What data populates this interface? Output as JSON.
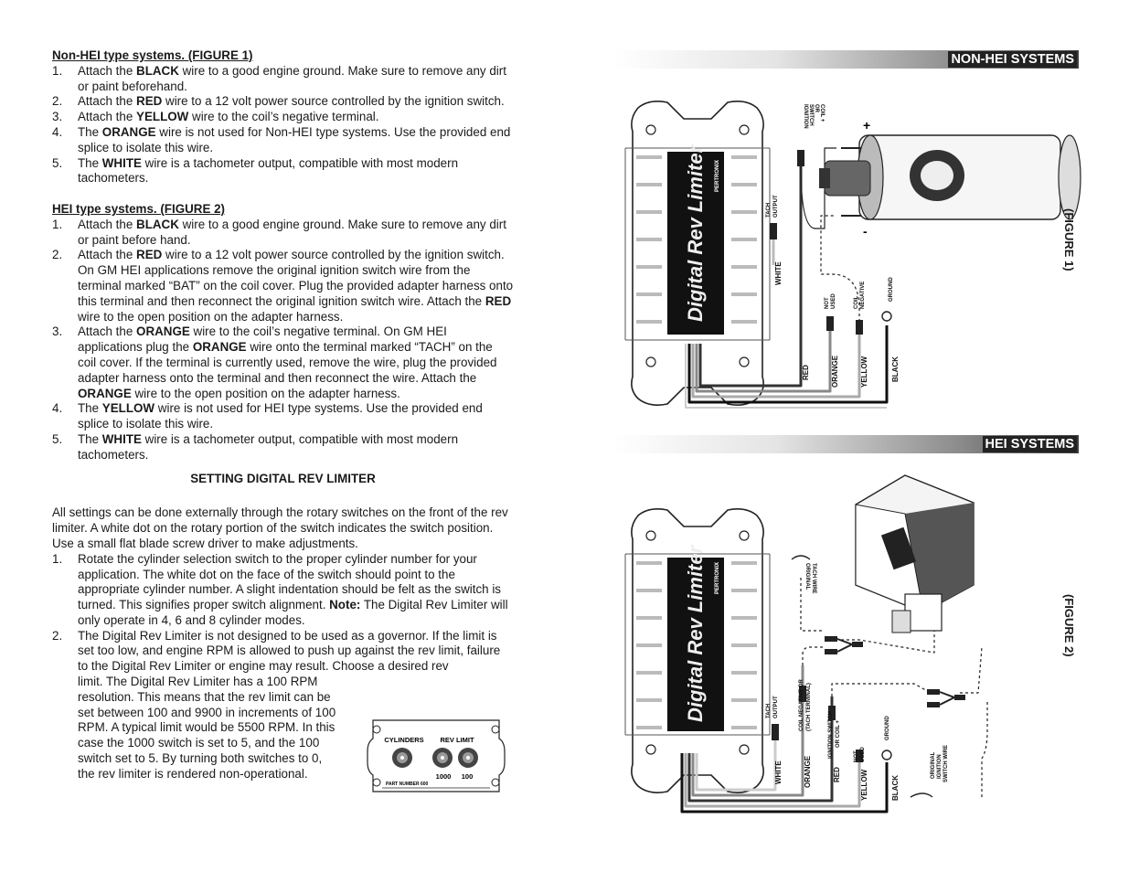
{
  "left": {
    "non_hei": {
      "heading": "Non-HEI type systems. (FIGURE 1)",
      "items": [
        {
          "num": "1.",
          "pre": "Attach the ",
          "bold": "BLACK",
          "post": " wire to a good engine ground. Make sure to remove any dirt or paint beforehand."
        },
        {
          "num": "2.",
          "pre": "Attach the ",
          "bold": "RED",
          "post": " wire to a 12 volt power source controlled by the ignition switch."
        },
        {
          "num": "3.",
          "pre": "Attach the ",
          "bold": "YELLOW",
          "post": " wire to the coil’s negative terminal."
        },
        {
          "num": "4.",
          "pre": "The ",
          "bold": "ORANGE",
          "post": " wire is not used for Non-HEI type systems. Use the provided end splice to isolate this wire."
        },
        {
          "num": "5.",
          "pre": "The ",
          "bold": "WHITE",
          "post": " wire is a tachometer output, compatible with most modern tachometers."
        }
      ]
    },
    "hei": {
      "heading": "HEI type systems. (FIGURE 2)",
      "item1": {
        "num": "1.",
        "pre": "Attach the ",
        "bold": "BLACK",
        "post": " wire to a good engine ground. Make sure to remove any dirt or paint before hand."
      },
      "item2": {
        "num": "2.",
        "a": "Attach the ",
        "b1": "RED",
        "c": " wire to a 12 volt power source controlled by the ignition switch. On GM HEI applications remove the original ignition switch wire from the terminal marked “BAT” on the coil cover. Plug the provided adapter harness onto this terminal and then reconnect the original ignition switch wire. Attach the ",
        "b2": "RED",
        "d": " wire to the open position on the adapter harness."
      },
      "item3": {
        "num": "3.",
        "a": "Attach the ",
        "b1": "ORANGE",
        "c": " wire to the coil’s negative terminal. On GM HEI applications plug the ",
        "b2": "ORANGE",
        "d": " wire onto the terminal marked “TACH” on the coil cover. If the terminal is currently used, remove the wire, plug the provided adapter harness onto the terminal and then reconnect the wire. Attach the ",
        "b3": "ORANGE",
        "e": " wire to the open position on the adapter harness."
      },
      "item4": {
        "num": "4.",
        "pre": "The ",
        "bold": "YELLOW",
        "post": " wire is not used for HEI type systems. Use the provided end splice to isolate this wire."
      },
      "item5": {
        "num": "5.",
        "pre": "The ",
        "bold": "WHITE",
        "post": " wire is a tachometer output, compatible with most modern tachometers."
      }
    },
    "setting": {
      "heading": "SETTING DIGITAL REV LIMITER",
      "intro": "All settings can be done externally through the rotary switches on the front of the rev limiter. A white dot on the rotary portion of the switch indicates the switch position. Use a small flat blade screw driver to make adjustments.",
      "item1": {
        "num": "1.",
        "text": "Rotate the cylinder selection switch to the proper cylinder number for your application. The white dot on the face of the switch should point to the appropriate cylinder number. A slight indentation should be felt as the switch is turned. This signifies proper switch alignment. ",
        "note_label": "Note:",
        "note_text": " The Digital Rev Limiter will only operate in 4, 6 and 8 cylinder modes."
      },
      "item2": {
        "num": "2.",
        "text_full": "The Digital Rev Limiter is not designed to be used as a governor. If the limit is set too low, and engine RPM is allowed to push up against the rev limit, failure to the Digital Rev Limiter or engine may result. Choose a desired rev",
        "lines": [
          "limit. The Digital Rev Limiter has a 100 RPM",
          "resolution. This means that the rev limit can be",
          "set between 100 and 9900 in increments of 100",
          "RPM. A typical limit would be 5500 RPM. In this",
          "case the 1000 switch is set to 5, and the 100",
          "switch set to 5. By turning both switches to 0,",
          "the rev limiter is rendered non-operational."
        ]
      }
    },
    "device_figure": {
      "cylinders_label": "CYLINDERS",
      "rev_limit_label": "REV LIMIT",
      "label_1000": "1000",
      "label_100": "100",
      "part_number": "PART NUMBER 600"
    }
  },
  "figure1": {
    "title": "NON-HEI SYSTEMS",
    "caption": "(FIGURE 1)",
    "device_name": "Digital Rev Limiter",
    "brand": "PERTRONIX",
    "labels": {
      "ign": [
        "IGNITION",
        "SWITCH",
        "OR",
        "COIL +"
      ],
      "tach": [
        "TACH",
        "OUTPUT"
      ],
      "white": "WHITE",
      "not_used": [
        "NOT",
        "USED"
      ],
      "coil_neg": [
        "COIL",
        "NEGATIVE"
      ],
      "ground": "GROUND",
      "red": "RED",
      "orange": "ORANGE",
      "yellow": "YELLOW",
      "black": "BLACK",
      "plus": "+",
      "minus": "-"
    }
  },
  "figure2": {
    "title": "HEI SYSTEMS",
    "caption": "(FIGURE 2)",
    "device_name": "Digital Rev Limiter",
    "brand": "PERTRONIX",
    "labels": {
      "orig_tach": [
        "ORIGINAL",
        "TACH WIRE"
      ],
      "tach": [
        "TACH",
        "OUTPUT"
      ],
      "coil_neg": [
        "COIL NEGATIVE OR",
        "(TACH TERMINAL)"
      ],
      "ign": [
        "IGNITION SWITCH",
        "OR COIL +"
      ],
      "not_used": [
        "NOT",
        "USED"
      ],
      "ground": "GROUND",
      "orig_ign": [
        "ORIGINAL",
        "IGNITION",
        "SWITCH WIRE"
      ],
      "white": "WHITE",
      "orange": "ORANGE",
      "red": "RED",
      "yellow": "YELLOW",
      "black": "BLACK"
    }
  }
}
